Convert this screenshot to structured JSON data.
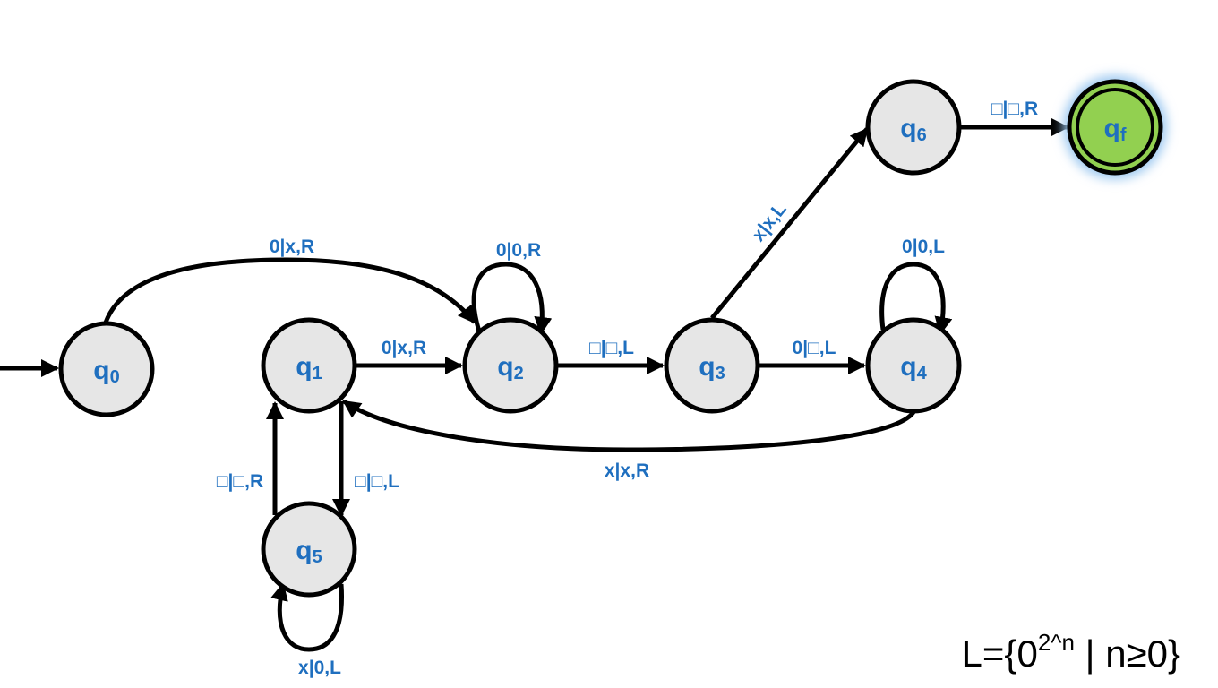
{
  "colors": {
    "state_fill": "#e6e6e6",
    "final_fill": "#92d050",
    "label_blue": "#1f6fbf",
    "glow": "#9cc8f0"
  },
  "states": {
    "q0": {
      "name": "q",
      "sub": "0"
    },
    "q1": {
      "name": "q",
      "sub": "1"
    },
    "q2": {
      "name": "q",
      "sub": "2"
    },
    "q3": {
      "name": "q",
      "sub": "3"
    },
    "q4": {
      "name": "q",
      "sub": "4"
    },
    "q5": {
      "name": "q",
      "sub": "5"
    },
    "q6": {
      "name": "q",
      "sub": "6"
    },
    "qf": {
      "name": "q",
      "sub": "f"
    }
  },
  "transitions": {
    "q0_q2": "0|x,R",
    "q2_q2": "0|0,R",
    "q1_q2": "0|x,R",
    "q2_q3": "□|□,L",
    "q3_q4": "0|□,L",
    "q4_q4": "0|0,L",
    "q4_q1": "x|x,R",
    "q3_q6": "x|x,L",
    "q6_qf": "□|□,R",
    "q5_q1": "□|□,R",
    "q1_q5": "□|□,L",
    "q5_q5": "x|0,L"
  },
  "language": {
    "prefix": "L={0",
    "exponent": "2^n",
    "suffix": " | n≥0}"
  }
}
